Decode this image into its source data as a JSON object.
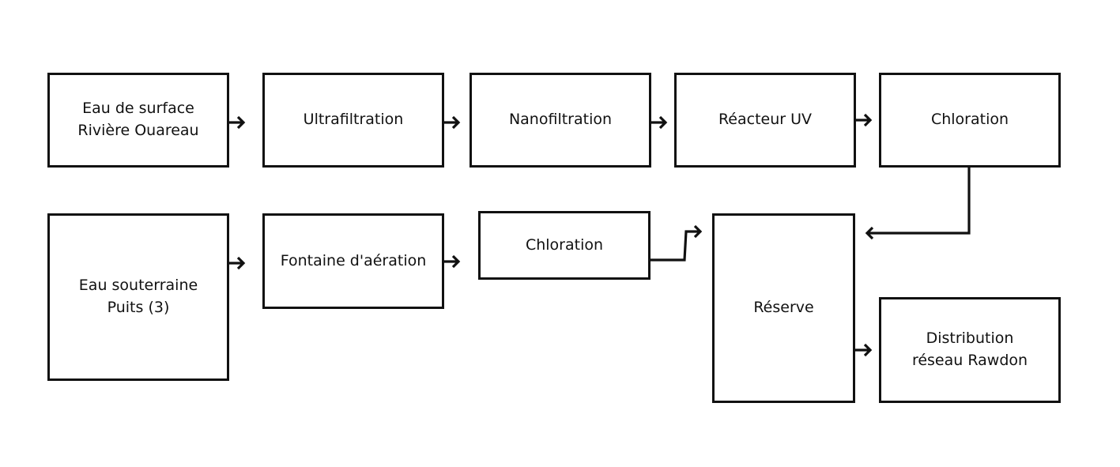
{
  "diagram": {
    "nodes": {
      "surface_water": {
        "line1": "Eau de surface",
        "line2": "Rivière Ouareau"
      },
      "ultrafiltration": {
        "line1": "Ultrafiltration"
      },
      "nanofiltration": {
        "line1": "Nanofiltration"
      },
      "uv_reactor": {
        "line1": "Réacteur UV"
      },
      "chlorination_top": {
        "line1": "Chloration"
      },
      "groundwater": {
        "line1": "Eau souterraine",
        "line2": "Puits (3)"
      },
      "aeration_fountain": {
        "line1": "Fontaine d'aération"
      },
      "chlorination_bottom": {
        "line1": "Chloration"
      },
      "reserve": {
        "line1": "Réserve"
      },
      "distribution": {
        "line1": "Distribution",
        "line2": "réseau Rawdon"
      }
    },
    "edges": [
      {
        "from": "surface_water",
        "to": "ultrafiltration"
      },
      {
        "from": "ultrafiltration",
        "to": "nanofiltration"
      },
      {
        "from": "nanofiltration",
        "to": "uv_reactor"
      },
      {
        "from": "uv_reactor",
        "to": "chlorination_top"
      },
      {
        "from": "chlorination_top",
        "to": "reserve"
      },
      {
        "from": "groundwater",
        "to": "aeration_fountain"
      },
      {
        "from": "aeration_fountain",
        "to": "chlorination_bottom"
      },
      {
        "from": "chlorination_bottom",
        "to": "reserve"
      },
      {
        "from": "reserve",
        "to": "distribution"
      }
    ]
  }
}
